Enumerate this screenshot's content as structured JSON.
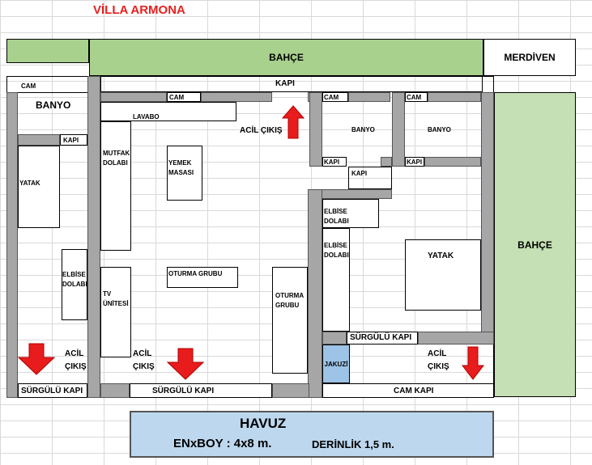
{
  "title": "VİLLA ARMONA",
  "labels": {
    "garden_top": "BAHÇE",
    "stairs": "MERDİVEN",
    "garden_right": "BAHÇE",
    "door_top": "KAPI",
    "cam_left": "CAM",
    "bath_left": "BANYO",
    "kapi_left": "KAPI",
    "bed_left": "YATAK",
    "wardrobe_left": "ELBİSE DOLABI",
    "cam_center": "CAM",
    "sink": "LAVABO",
    "emergency_top": "ACİL ÇIKIŞ",
    "kitchen_cab": "MUTFAK DOLABI",
    "dining": "YEMEK MASASI",
    "living1": "OTURMA GRUBU",
    "tv": "TV ÜNİTESİ",
    "living2": "OTURMA GRUBU",
    "emergency_center": "ACİL ÇIKIŞ",
    "emergency_left": "ACİL ÇIKIŞ",
    "slide_left": "SÜRGÜLÜ KAPI",
    "slide_center": "SÜRGÜLÜ KAPI",
    "cam_r1": "CAM",
    "cam_r2": "CAM",
    "bath_r1": "BANYO",
    "bath_r2": "BANYO",
    "kapi_r1": "KAPI",
    "kapi_r2": "KAPI",
    "kapi_r3": "KAPI",
    "wardrobe_r1": "ELBİSE DOLABI",
    "wardrobe_r2": "ELBİSE DOLABI",
    "bed_right": "YATAK",
    "slide_right": "SÜRGÜLÜ KAPI",
    "jacuzzi": "JAKUZİ",
    "emergency_right": "ACİL ÇIKIŞ",
    "glass_door": "CAM KAPI"
  },
  "pool": {
    "title": "HAVUZ",
    "dimensions": "ENxBOY : 4x8 m.",
    "depth": "DERİNLİK 1,5 m."
  },
  "colors": {
    "title": "#e8201f",
    "garden": "#a9d18e",
    "garden_right": "#c5e0b4",
    "wall": "#a6a6a6",
    "jacuzzi": "#9dc3e6",
    "pool": "#bdd7ee",
    "arrow": "#e81c1c"
  }
}
